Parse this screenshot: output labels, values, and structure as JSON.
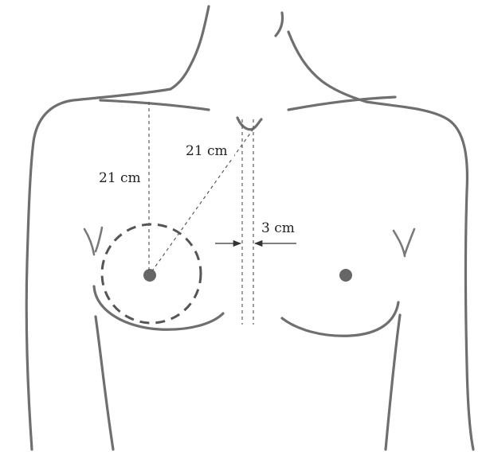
{
  "labels": {
    "vertical_distance": "21 cm",
    "diagonal_distance": "21 cm",
    "midline_offset": "3 cm"
  },
  "colors": {
    "outline": "#6f6f6f",
    "dashes": "#555555",
    "text": "#222222"
  }
}
